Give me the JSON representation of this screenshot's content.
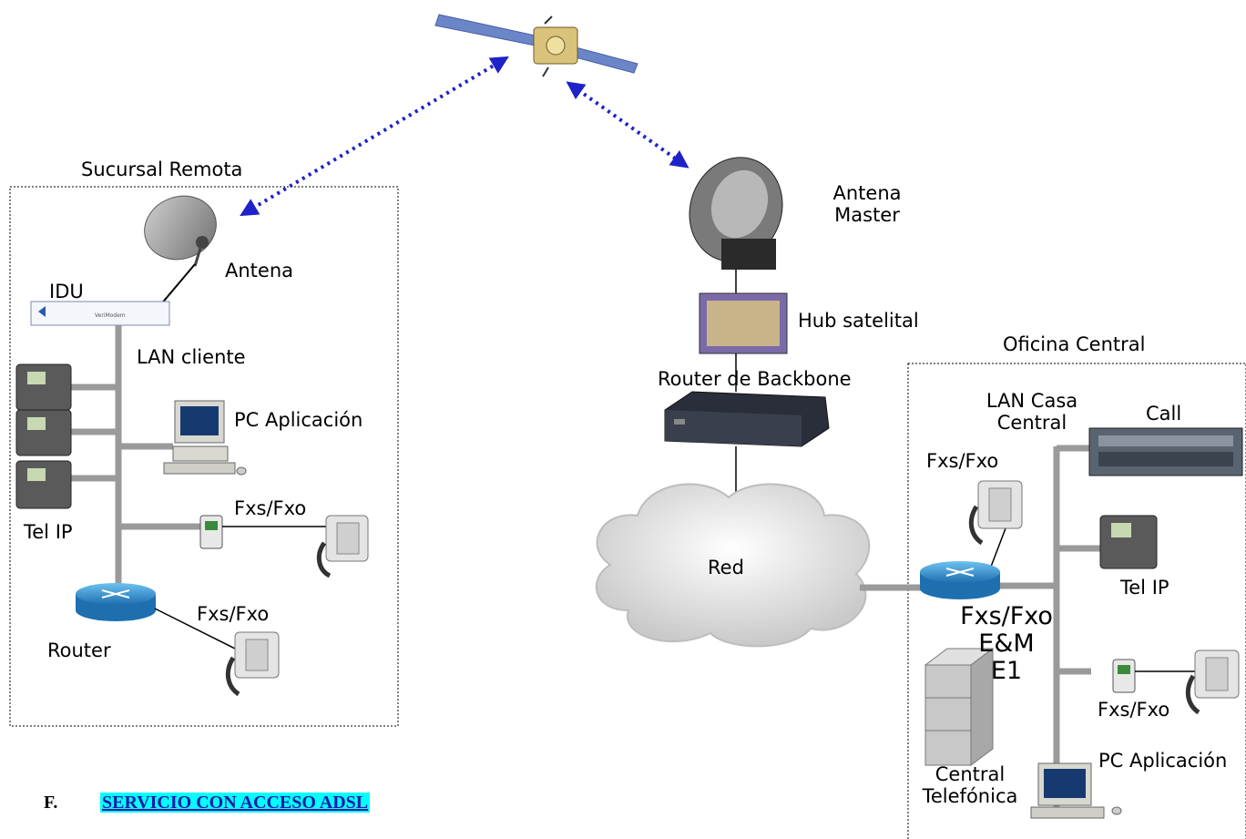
{
  "remote_branch": {
    "title": "Sucursal Remota",
    "antenna_label": "Antena",
    "idu_label": "IDU",
    "lan_label": "LAN cliente",
    "pc_label": "PC Aplicación",
    "ipphone_label": "Tel IP",
    "fxs_label_1": "Fxs/Fxo",
    "router_label": "Router",
    "fxs_label_2": "Fxs/Fxo"
  },
  "hub_site": {
    "antenna_label": "Antena\nMaster",
    "hub_label": "Hub satelital",
    "router_label": "Router de Backbone",
    "network_label": "Red"
  },
  "central_office": {
    "title": "Oficina Central",
    "lan_label": "LAN Casa\nCentral",
    "call_label": "Call",
    "fxs_label_1": "Fxs/Fxo",
    "ipphone_label": "Tel IP",
    "trunks_label": "Fxs/Fxo\nE&M\nE1",
    "fxs_label_2": "Fxs/Fxo",
    "pbx_label": "Central\nTelefónica",
    "pc_label": "PC Aplicación"
  },
  "section": {
    "letter": "F.",
    "title": "SERVICIO CON ACCESO ADSL"
  },
  "colors": {
    "satellite_link": "#1e22c8",
    "lan_bus": "#9a9a9a",
    "router_blue": "#2a8fd0",
    "heading_highlight": "#00ffff"
  }
}
